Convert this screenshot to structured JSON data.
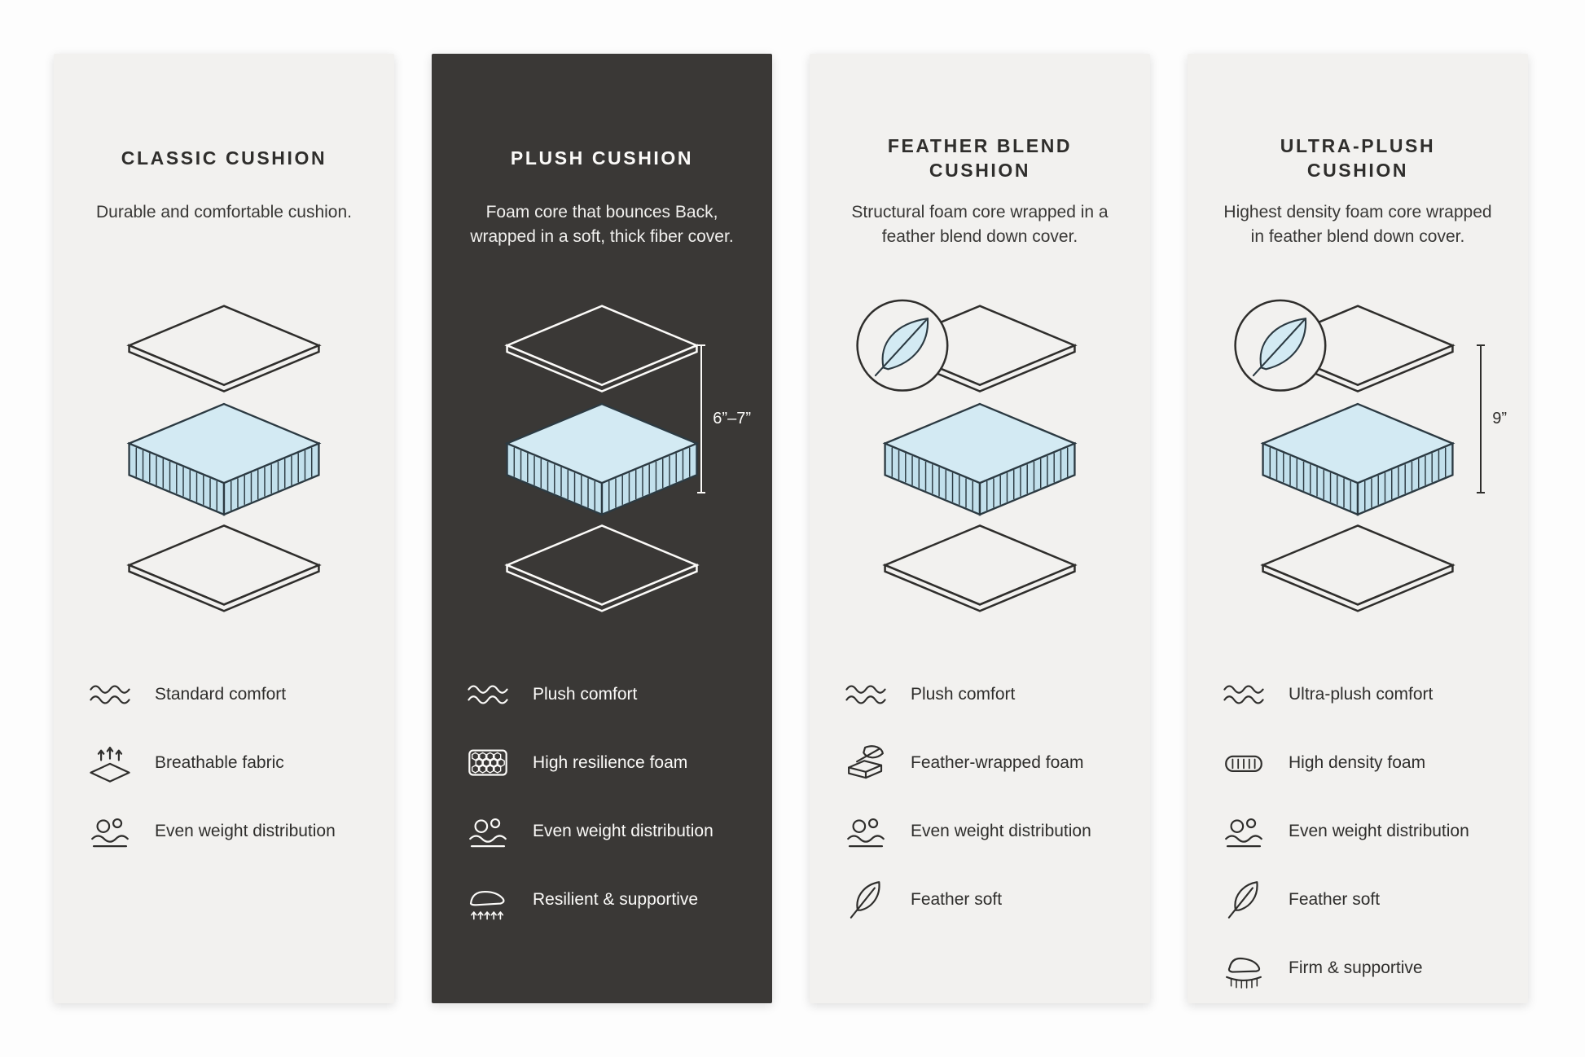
{
  "colors": {
    "foam_top": "#d3eaf3",
    "foam_side": "#c2e0ec",
    "foam_outline": "#2c3a42",
    "panel_light": "#f2f1ef",
    "panel_dark": "#3a3836"
  },
  "panels": [
    {
      "id": "classic-cushion",
      "theme": "light",
      "title": "CLASSIC CUSHION",
      "description": "Durable and comfortable cushion.",
      "illustration": {
        "feather_badge": false,
        "dimension_label": ""
      },
      "features": [
        {
          "icon": "wave-icon",
          "label": "Standard comfort"
        },
        {
          "icon": "breathable-icon",
          "label": "Breathable fabric"
        },
        {
          "icon": "even-weight-icon",
          "label": "Even weight distribution"
        }
      ]
    },
    {
      "id": "plush-cushion",
      "theme": "dark",
      "title": "PLUSH CUSHION",
      "description": "Foam core that bounces Back, wrapped in a soft, thick fiber cover.",
      "illustration": {
        "feather_badge": false,
        "dimension_label": "6”–7”"
      },
      "features": [
        {
          "icon": "wave-icon",
          "label": "Plush comfort"
        },
        {
          "icon": "honeycomb-icon",
          "label": "High resilience foam"
        },
        {
          "icon": "even-weight-icon",
          "label": "Even weight distribution"
        },
        {
          "icon": "resilient-icon",
          "label": "Resilient & supportive"
        }
      ]
    },
    {
      "id": "feather-blend-cushion",
      "theme": "light",
      "title": "FEATHER BLEND CUSHION",
      "description": "Structural foam core wrapped in a feather blend down cover.",
      "illustration": {
        "feather_badge": true,
        "dimension_label": ""
      },
      "features": [
        {
          "icon": "wave-icon",
          "label": "Plush comfort"
        },
        {
          "icon": "feather-foam-icon",
          "label": "Feather-wrapped foam"
        },
        {
          "icon": "even-weight-icon",
          "label": "Even weight distribution"
        },
        {
          "icon": "feather-icon",
          "label": "Feather soft"
        }
      ]
    },
    {
      "id": "ultra-plush-cushion",
      "theme": "light",
      "title": "ULTRA-PLUSH CUSHION",
      "description": "Highest density foam core wrapped in feather blend down cover.",
      "illustration": {
        "feather_badge": true,
        "dimension_label": "9”"
      },
      "features": [
        {
          "icon": "wave-icon",
          "label": "Ultra-plush comfort"
        },
        {
          "icon": "density-foam-icon",
          "label": "High density foam"
        },
        {
          "icon": "even-weight-icon",
          "label": "Even weight distribution"
        },
        {
          "icon": "feather-icon",
          "label": "Feather soft"
        },
        {
          "icon": "firm-icon",
          "label": "Firm & supportive"
        }
      ]
    }
  ]
}
